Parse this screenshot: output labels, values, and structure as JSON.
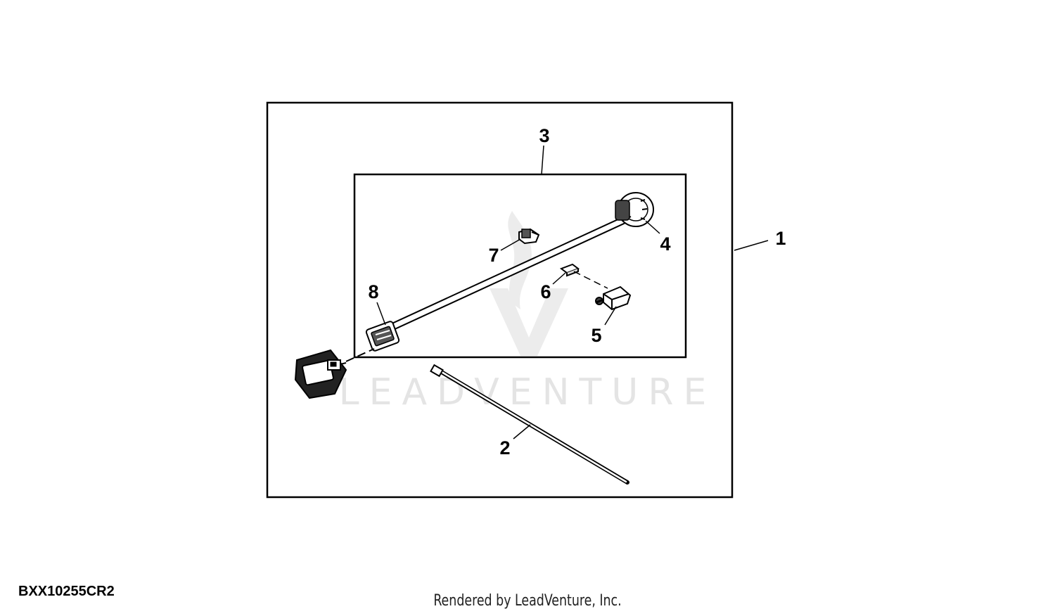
{
  "watermark": {
    "text": "LEADVENTURE"
  },
  "callouts": [
    {
      "id": "1",
      "label": "1"
    },
    {
      "id": "2",
      "label": "2"
    },
    {
      "id": "3",
      "label": "3"
    },
    {
      "id": "4",
      "label": "4"
    },
    {
      "id": "5",
      "label": "5"
    },
    {
      "id": "6",
      "label": "6"
    },
    {
      "id": "7",
      "label": "7"
    },
    {
      "id": "8",
      "label": "8"
    }
  ],
  "figure_code": "BXX10255CR2",
  "credit": "Rendered by LeadVenture, Inc."
}
